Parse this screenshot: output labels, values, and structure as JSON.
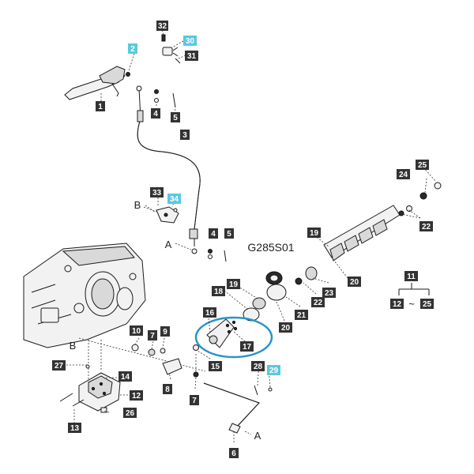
{
  "diagram": {
    "code": "G285S01",
    "range_from": "12",
    "range_sep": "~",
    "range_to": "25",
    "marker_a": "A",
    "marker_b": "B",
    "colors": {
      "label_dark": "#333333",
      "label_cyan": "#5bc8e0",
      "highlight": "#2a93c9"
    },
    "labels": [
      {
        "id": "1",
        "text": "1",
        "style": "dark"
      },
      {
        "id": "2",
        "text": "2",
        "style": "cyan"
      },
      {
        "id": "3",
        "text": "3",
        "style": "dark"
      },
      {
        "id": "4a",
        "text": "4",
        "style": "dark"
      },
      {
        "id": "4b",
        "text": "4",
        "style": "dark"
      },
      {
        "id": "5a",
        "text": "5",
        "style": "dark"
      },
      {
        "id": "5b",
        "text": "5",
        "style": "dark"
      },
      {
        "id": "6",
        "text": "6",
        "style": "dark"
      },
      {
        "id": "7a",
        "text": "7",
        "style": "dark"
      },
      {
        "id": "7b",
        "text": "7",
        "style": "dark"
      },
      {
        "id": "8",
        "text": "8",
        "style": "dark"
      },
      {
        "id": "9",
        "text": "9",
        "style": "dark"
      },
      {
        "id": "10",
        "text": "10",
        "style": "dark"
      },
      {
        "id": "11",
        "text": "11",
        "style": "dark"
      },
      {
        "id": "12",
        "text": "12",
        "style": "dark"
      },
      {
        "id": "13",
        "text": "13",
        "style": "dark"
      },
      {
        "id": "14",
        "text": "14",
        "style": "dark"
      },
      {
        "id": "15",
        "text": "15",
        "style": "dark"
      },
      {
        "id": "16",
        "text": "16",
        "style": "dark"
      },
      {
        "id": "17",
        "text": "17",
        "style": "dark"
      },
      {
        "id": "18",
        "text": "18",
        "style": "dark"
      },
      {
        "id": "19a",
        "text": "19",
        "style": "dark"
      },
      {
        "id": "19b",
        "text": "19",
        "style": "dark"
      },
      {
        "id": "20a",
        "text": "20",
        "style": "dark"
      },
      {
        "id": "20b",
        "text": "20",
        "style": "dark"
      },
      {
        "id": "21",
        "text": "21",
        "style": "dark"
      },
      {
        "id": "22a",
        "text": "22",
        "style": "dark"
      },
      {
        "id": "22b",
        "text": "22",
        "style": "dark"
      },
      {
        "id": "23",
        "text": "23",
        "style": "dark"
      },
      {
        "id": "24",
        "text": "24",
        "style": "dark"
      },
      {
        "id": "25",
        "text": "25",
        "style": "dark"
      },
      {
        "id": "26",
        "text": "26",
        "style": "dark"
      },
      {
        "id": "27",
        "text": "27",
        "style": "dark"
      },
      {
        "id": "28",
        "text": "28",
        "style": "dark"
      },
      {
        "id": "29",
        "text": "29",
        "style": "cyan"
      },
      {
        "id": "30",
        "text": "30",
        "style": "cyan"
      },
      {
        "id": "31",
        "text": "31",
        "style": "dark"
      },
      {
        "id": "32",
        "text": "32",
        "style": "dark"
      },
      {
        "id": "33",
        "text": "33",
        "style": "dark"
      },
      {
        "id": "34",
        "text": "34",
        "style": "cyan"
      },
      {
        "id": "25r",
        "text": "25",
        "style": "dark"
      },
      {
        "id": "12r",
        "text": "12",
        "style": "dark"
      }
    ]
  }
}
